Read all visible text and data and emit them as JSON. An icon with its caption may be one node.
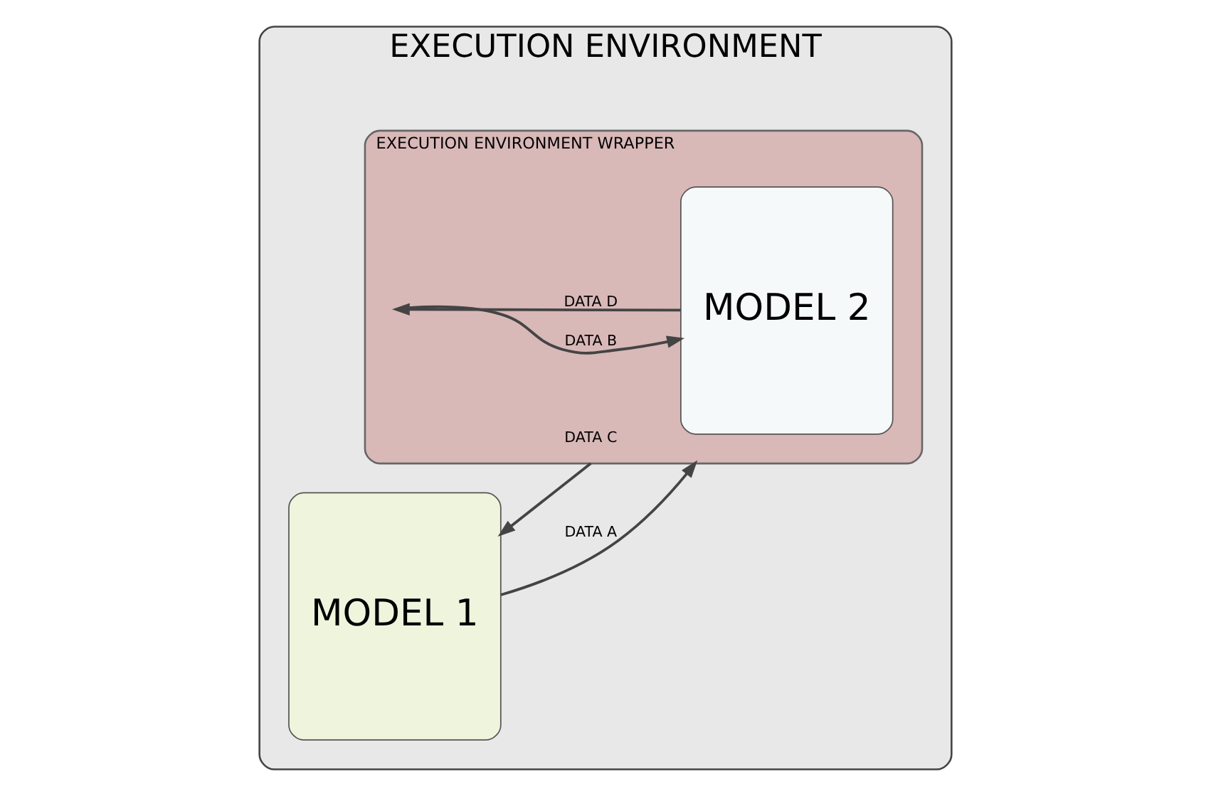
{
  "diagram": {
    "nodes": [
      {
        "text": [
          "EXECUTION ENVIRONMENT"
        ]
      },
      {
        "text": [
          "MODEL 1"
        ],
        "in": 0
      },
      {
        "text": [
          "EXECUTION ENVIRONMENT WRAPPER"
        ],
        "in": 0
      },
      {
        "text": [
          "MODEL 2"
        ],
        "in": 2
      }
    ],
    "edges": [
      {
        "from": 1,
        "to": 2,
        "arrow": "to",
        "label": "DATA A"
      },
      {
        "from": 2,
        "to": 3,
        "arrow": "to",
        "label": "DATA B"
      },
      {
        "from": 3,
        "to": 2,
        "arrow": "to",
        "label": "DATA D"
      },
      {
        "from": 2,
        "to": 1,
        "arrow": "to",
        "label": "DATA C"
      }
    ]
  }
}
